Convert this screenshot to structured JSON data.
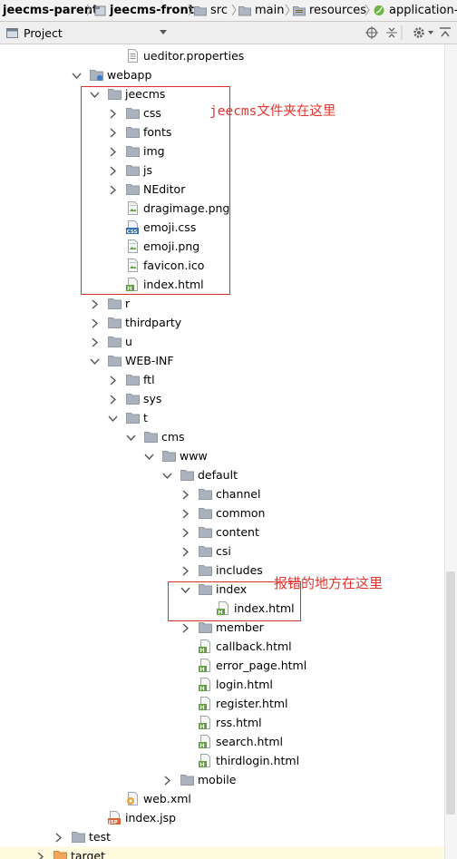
{
  "breadcrumbs": [
    "jeecms-parent",
    "jeecms-front",
    "src",
    "main",
    "resources",
    "application-c"
  ],
  "toolbar": {
    "view_label": "Project"
  },
  "tree": [
    {
      "label": "ueditor.properties",
      "level": 6,
      "type": "props",
      "arrow": "none"
    },
    {
      "label": "webapp",
      "level": 4,
      "type": "webfolder",
      "arrow": "down"
    },
    {
      "label": "jeecms",
      "level": 5,
      "type": "folder",
      "arrow": "down"
    },
    {
      "label": "css",
      "level": 6,
      "type": "folder",
      "arrow": "right"
    },
    {
      "label": "fonts",
      "level": 6,
      "type": "folder",
      "arrow": "right"
    },
    {
      "label": "img",
      "level": 6,
      "type": "folder",
      "arrow": "right"
    },
    {
      "label": "js",
      "level": 6,
      "type": "folder",
      "arrow": "right"
    },
    {
      "label": "NEditor",
      "level": 6,
      "type": "folder",
      "arrow": "right"
    },
    {
      "label": "dragimage.png",
      "level": 6,
      "type": "image",
      "arrow": "none"
    },
    {
      "label": "emoji.css",
      "level": 6,
      "type": "css",
      "arrow": "none"
    },
    {
      "label": "emoji.png",
      "level": 6,
      "type": "image",
      "arrow": "none"
    },
    {
      "label": "favicon.ico",
      "level": 6,
      "type": "image",
      "arrow": "none"
    },
    {
      "label": "index.html",
      "level": 6,
      "type": "html",
      "arrow": "none"
    },
    {
      "label": "r",
      "level": 5,
      "type": "folder",
      "arrow": "right"
    },
    {
      "label": "thirdparty",
      "level": 5,
      "type": "folder",
      "arrow": "right"
    },
    {
      "label": "u",
      "level": 5,
      "type": "folder",
      "arrow": "right"
    },
    {
      "label": "WEB-INF",
      "level": 5,
      "type": "folder",
      "arrow": "down"
    },
    {
      "label": "ftl",
      "level": 6,
      "type": "folder",
      "arrow": "right"
    },
    {
      "label": "sys",
      "level": 6,
      "type": "folder",
      "arrow": "right"
    },
    {
      "label": "t",
      "level": 6,
      "type": "folder",
      "arrow": "down"
    },
    {
      "label": "cms",
      "level": 7,
      "type": "folder",
      "arrow": "down"
    },
    {
      "label": "www",
      "level": 8,
      "type": "folder",
      "arrow": "down"
    },
    {
      "label": "default",
      "level": 9,
      "type": "folder",
      "arrow": "down"
    },
    {
      "label": "channel",
      "level": 10,
      "type": "folder",
      "arrow": "right"
    },
    {
      "label": "common",
      "level": 10,
      "type": "folder",
      "arrow": "right"
    },
    {
      "label": "content",
      "level": 10,
      "type": "folder",
      "arrow": "right"
    },
    {
      "label": "csi",
      "level": 10,
      "type": "folder",
      "arrow": "right"
    },
    {
      "label": "includes",
      "level": 10,
      "type": "folder",
      "arrow": "right"
    },
    {
      "label": "index",
      "level": 10,
      "type": "folder",
      "arrow": "down"
    },
    {
      "label": "index.html",
      "level": 11,
      "type": "html",
      "arrow": "none"
    },
    {
      "label": "member",
      "level": 10,
      "type": "folder",
      "arrow": "right"
    },
    {
      "label": "callback.html",
      "level": 10,
      "type": "html",
      "arrow": "none"
    },
    {
      "label": "error_page.html",
      "level": 10,
      "type": "html",
      "arrow": "none"
    },
    {
      "label": "login.html",
      "level": 10,
      "type": "html",
      "arrow": "none"
    },
    {
      "label": "register.html",
      "level": 10,
      "type": "html",
      "arrow": "none"
    },
    {
      "label": "rss.html",
      "level": 10,
      "type": "html",
      "arrow": "none"
    },
    {
      "label": "search.html",
      "level": 10,
      "type": "html",
      "arrow": "none"
    },
    {
      "label": "thirdlogin.html",
      "level": 10,
      "type": "html",
      "arrow": "none"
    },
    {
      "label": "mobile",
      "level": 9,
      "type": "folder",
      "arrow": "right"
    },
    {
      "label": "web.xml",
      "level": 6,
      "type": "xml",
      "arrow": "none"
    },
    {
      "label": "index.jsp",
      "level": 5,
      "type": "jsp",
      "arrow": "none"
    },
    {
      "label": "test",
      "level": 3,
      "type": "folder",
      "arrow": "right"
    },
    {
      "label": "target",
      "level": 2,
      "type": "orangefolder",
      "arrow": "right",
      "selected": true
    }
  ],
  "annotations": {
    "note1": "jeecms文件夹在这里",
    "note2": "报错的地方在这里"
  },
  "colors": {
    "annotation": "#e0342c",
    "folder": "#a9b2bd",
    "html_badge": "#5f9e3c",
    "css_badge": "#2f6fb3"
  }
}
